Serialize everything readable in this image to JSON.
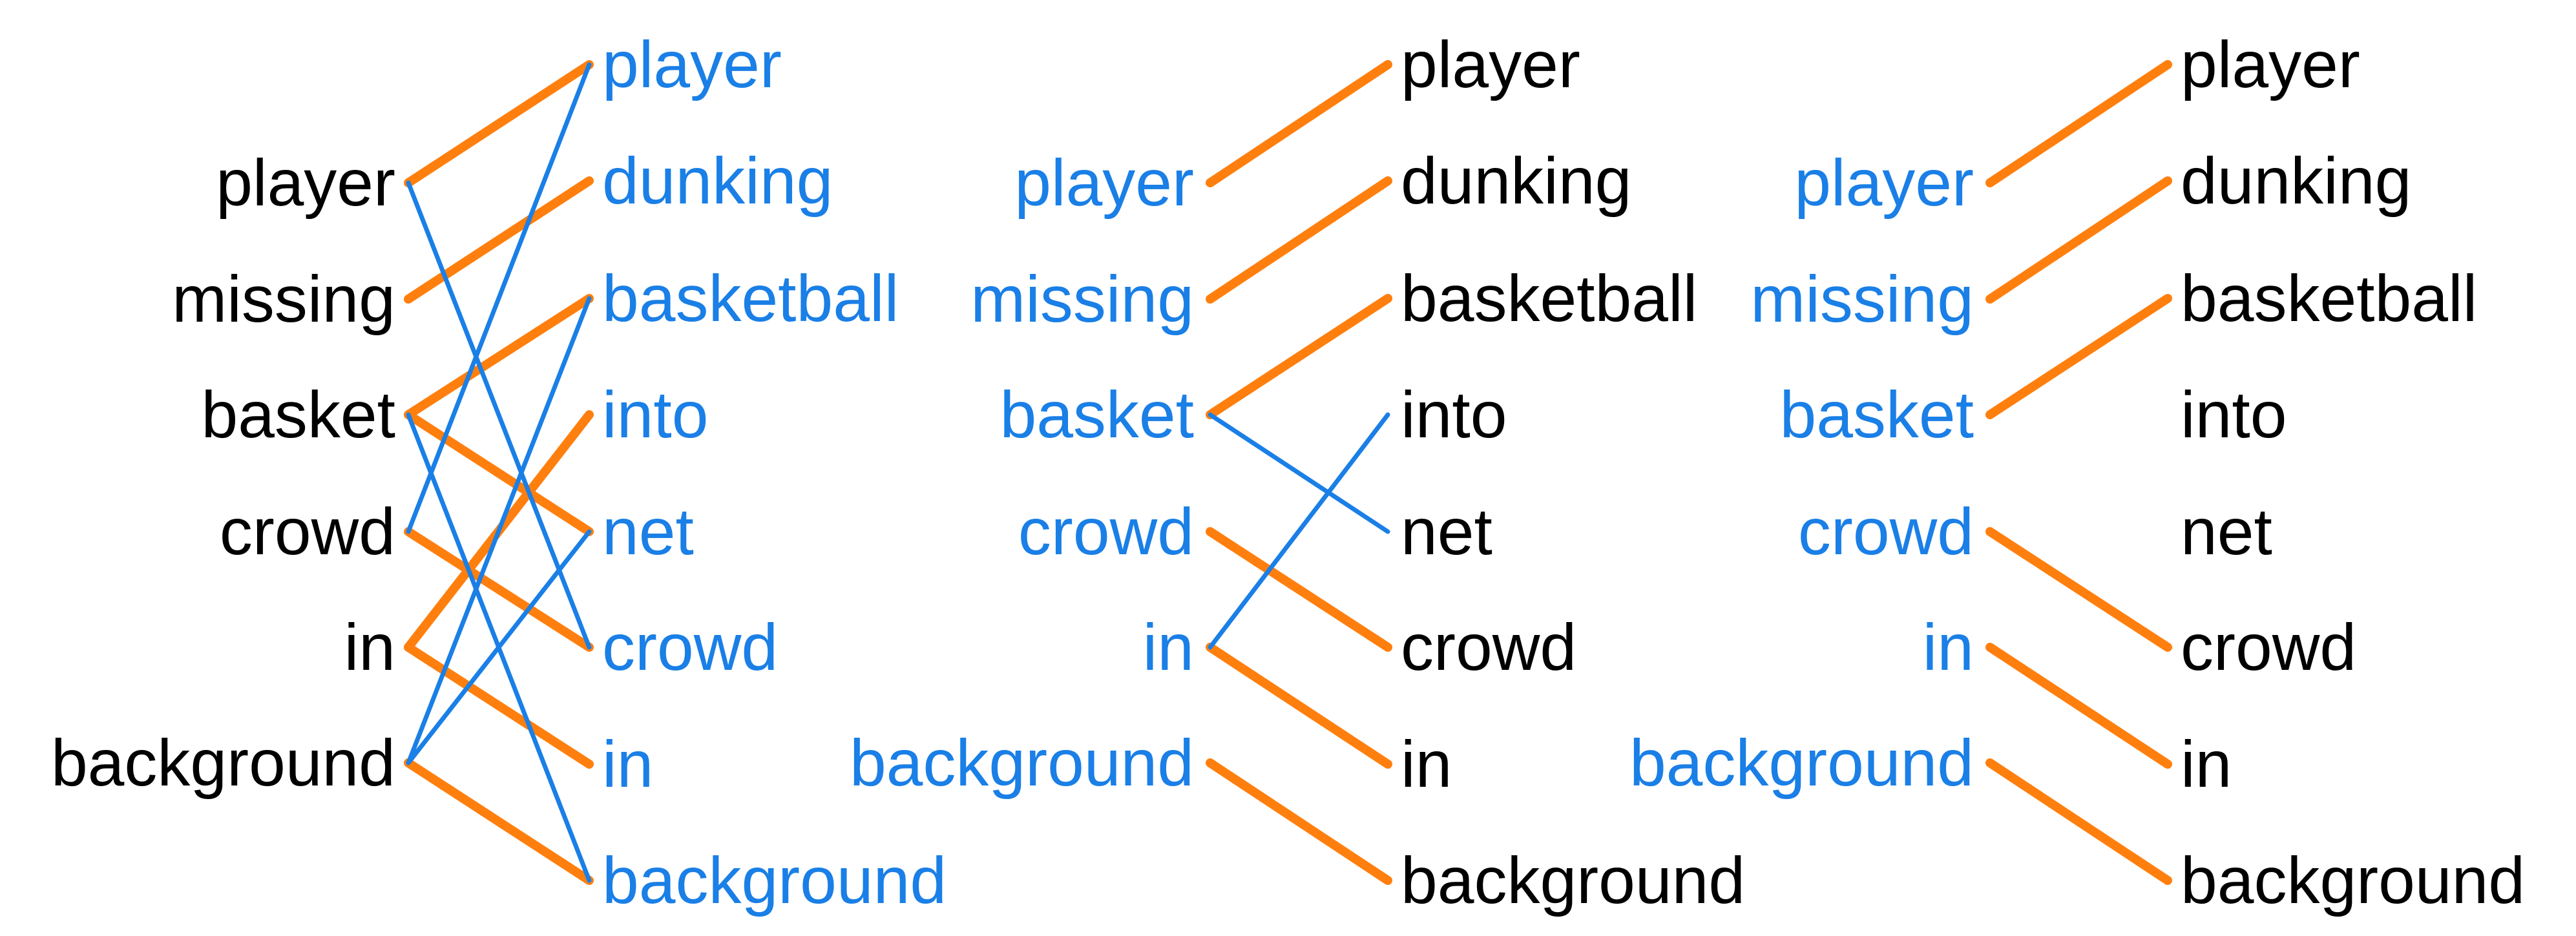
{
  "colors": {
    "black": "#000000",
    "blue": "#1a7fe6",
    "orange": "#ff7f0e"
  },
  "panels": [
    {
      "left_words": [
        {
          "text": "player",
          "color": "black"
        },
        {
          "text": "missing",
          "color": "black"
        },
        {
          "text": "basket",
          "color": "black"
        },
        {
          "text": "crowd",
          "color": "black"
        },
        {
          "text": "in",
          "color": "black"
        },
        {
          "text": "background",
          "color": "black"
        }
      ],
      "right_words": [
        {
          "text": "player",
          "color": "blue"
        },
        {
          "text": "dunking",
          "color": "blue"
        },
        {
          "text": "basketball",
          "color": "blue"
        },
        {
          "text": "into",
          "color": "blue"
        },
        {
          "text": "net",
          "color": "blue"
        },
        {
          "text": "crowd",
          "color": "blue"
        },
        {
          "text": "in",
          "color": "blue"
        },
        {
          "text": "background",
          "color": "blue"
        }
      ],
      "links": [
        {
          "from": 0,
          "to": 0,
          "color": "orange"
        },
        {
          "from": 1,
          "to": 1,
          "color": "orange"
        },
        {
          "from": 2,
          "to": 2,
          "color": "orange"
        },
        {
          "from": 2,
          "to": 4,
          "color": "orange"
        },
        {
          "from": 3,
          "to": 5,
          "color": "orange"
        },
        {
          "from": 4,
          "to": 3,
          "color": "orange"
        },
        {
          "from": 4,
          "to": 6,
          "color": "orange"
        },
        {
          "from": 5,
          "to": 7,
          "color": "orange"
        },
        {
          "from": 0,
          "to": 5,
          "color": "blue"
        },
        {
          "from": 2,
          "to": 7,
          "color": "blue"
        },
        {
          "from": 3,
          "to": 0,
          "color": "blue"
        },
        {
          "from": 5,
          "to": 2,
          "color": "blue"
        },
        {
          "from": 5,
          "to": 4,
          "color": "blue"
        }
      ]
    },
    {
      "left_words": [
        {
          "text": "player",
          "color": "blue"
        },
        {
          "text": "missing",
          "color": "blue"
        },
        {
          "text": "basket",
          "color": "blue"
        },
        {
          "text": "crowd",
          "color": "blue"
        },
        {
          "text": "in",
          "color": "blue"
        },
        {
          "text": "background",
          "color": "blue"
        }
      ],
      "right_words": [
        {
          "text": "player",
          "color": "black"
        },
        {
          "text": "dunking",
          "color": "black"
        },
        {
          "text": "basketball",
          "color": "black"
        },
        {
          "text": "into",
          "color": "black"
        },
        {
          "text": "net",
          "color": "black"
        },
        {
          "text": "crowd",
          "color": "black"
        },
        {
          "text": "in",
          "color": "black"
        },
        {
          "text": "background",
          "color": "black"
        }
      ],
      "links": [
        {
          "from": 0,
          "to": 0,
          "color": "orange"
        },
        {
          "from": 1,
          "to": 1,
          "color": "orange"
        },
        {
          "from": 2,
          "to": 2,
          "color": "orange"
        },
        {
          "from": 3,
          "to": 5,
          "color": "orange"
        },
        {
          "from": 4,
          "to": 6,
          "color": "orange"
        },
        {
          "from": 5,
          "to": 7,
          "color": "orange"
        },
        {
          "from": 2,
          "to": 4,
          "color": "blue"
        },
        {
          "from": 4,
          "to": 3,
          "color": "blue"
        }
      ]
    },
    {
      "left_words": [
        {
          "text": "player",
          "color": "blue"
        },
        {
          "text": "missing",
          "color": "blue"
        },
        {
          "text": "basket",
          "color": "blue"
        },
        {
          "text": "crowd",
          "color": "blue"
        },
        {
          "text": "in",
          "color": "blue"
        },
        {
          "text": "background",
          "color": "blue"
        }
      ],
      "right_words": [
        {
          "text": "player",
          "color": "black"
        },
        {
          "text": "dunking",
          "color": "black"
        },
        {
          "text": "basketball",
          "color": "black"
        },
        {
          "text": "into",
          "color": "black"
        },
        {
          "text": "net",
          "color": "black"
        },
        {
          "text": "crowd",
          "color": "black"
        },
        {
          "text": "in",
          "color": "black"
        },
        {
          "text": "background",
          "color": "black"
        }
      ],
      "links": [
        {
          "from": 0,
          "to": 0,
          "color": "orange"
        },
        {
          "from": 1,
          "to": 1,
          "color": "orange"
        },
        {
          "from": 2,
          "to": 2,
          "color": "orange"
        },
        {
          "from": 3,
          "to": 5,
          "color": "orange"
        },
        {
          "from": 4,
          "to": 6,
          "color": "orange"
        },
        {
          "from": 5,
          "to": 7,
          "color": "orange"
        }
      ]
    }
  ]
}
